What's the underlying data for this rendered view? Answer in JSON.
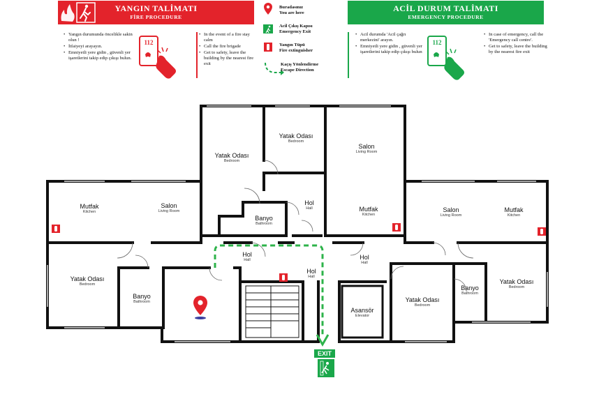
{
  "header": {
    "fire": {
      "title_tr": "YANGIN TALİMATI",
      "title_en": "FİRE PROCEDURE",
      "color": "#e3232b",
      "phone": "112",
      "items_tr": [
        "Yangın durumunda öncelikle sakin olun !",
        "İtfaiyeyi arayayın.",
        "Emniyetli yere gidin , güvenli yer işaretlerini takip edip çıkışı bulun."
      ],
      "items_en": [
        "In the event of a fire stay calm",
        "Call the fire brigade",
        "Get to safety, leave the building by the nearest fire exit"
      ]
    },
    "emergency": {
      "title_tr": "ACİL DURUM TALİMATI",
      "title_en": "EMERGENCY PROCEDURE",
      "color": "#1aa74a",
      "phone": "112",
      "items_tr": [
        "Acil durumda 'Acil çağrı merkezini' arayın.",
        "Emniyetli yere gidin , güvenli yer işaretlerini takip edip çıkışı bulun"
      ],
      "items_en": [
        "In case of emergency, call the 'Emergency call centre'.",
        "Get to safety, leave the building by the nearest fire exit"
      ]
    },
    "legend": {
      "here_tr": "Buradasınız",
      "here_en": "You are here",
      "exit_tr": "Acil Çıkış Kapısı",
      "exit_en": "Emergency Exit",
      "ext_tr": "Yangın Tüpü",
      "ext_en": "Fire extinguisher",
      "dir_tr": "Kaçış Yönlendirme",
      "dir_en": "Escape Direction"
    }
  },
  "rooms": {
    "bedroom_top_left": {
      "name": "Yatak Odası",
      "en": "Bedroom"
    },
    "bedroom_top_mid": {
      "name": "Yatak Odası",
      "en": "Bedroom"
    },
    "living_top": {
      "name": "Salon",
      "en": "Living Room"
    },
    "kitchen_left": {
      "name": "Mutfak",
      "en": "Kitchen"
    },
    "living_left": {
      "name": "Salon",
      "en": "Living Room"
    },
    "hall_top": {
      "name": "Hol",
      "en": "Hall"
    },
    "bath_top": {
      "name": "Banyo",
      "en": "Bathroom"
    },
    "kitchen_center": {
      "name": "Mutfak",
      "en": "Kitchen"
    },
    "living_right": {
      "name": "Salon",
      "en": "Living Room"
    },
    "kitchen_right": {
      "name": "Mutfak",
      "en": "Kitchen"
    },
    "hall_left": {
      "name": "Hol",
      "en": "Hall"
    },
    "hall_center": {
      "name": "Hol",
      "en": "Hall"
    },
    "hall_right": {
      "name": "Hol",
      "en": "Hall"
    },
    "bedroom_left": {
      "name": "Yatak Odası",
      "en": "Bedroom"
    },
    "bath_left": {
      "name": "Banyo",
      "en": "Bathroom"
    },
    "elevator": {
      "name": "Asansör",
      "en": "Elevator"
    },
    "bedroom_right_mid": {
      "name": "Yatak Odası",
      "en": "Bedroom"
    },
    "bath_right": {
      "name": "Banyo",
      "en": "Bathroom"
    },
    "bedroom_right": {
      "name": "Yatak Odası",
      "en": "Bedroom"
    }
  },
  "exit_label": "EXIT",
  "colors": {
    "fire": "#e3232b",
    "emergency": "#1aa74a",
    "wall": "#111111",
    "escape": "#2db34a"
  }
}
